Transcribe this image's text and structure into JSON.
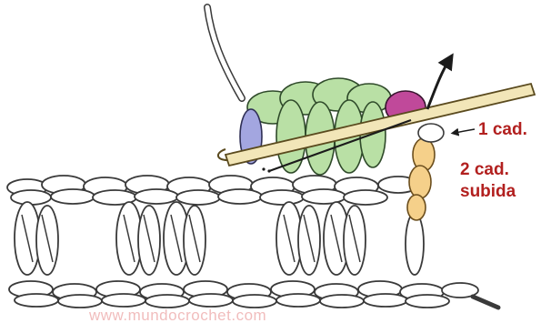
{
  "labels": {
    "one_chain": "1 cad.",
    "two_chain_line1": "2 cad.",
    "two_chain_line2": "subida"
  },
  "watermark": "www.mundocrochet.com",
  "colors": {
    "label": "#b2201f",
    "green_stitches": "#b9e0a5",
    "purple_loop": "#c0499a",
    "blue_loop": "#a3a6e0",
    "yellow_chain": "#f5d08a",
    "hook": "#f2e6b8",
    "outline": "#3a3a3a"
  },
  "icons": [
    "crochet-hook-icon",
    "arrow-up-right-icon",
    "arrow-left-icon"
  ]
}
